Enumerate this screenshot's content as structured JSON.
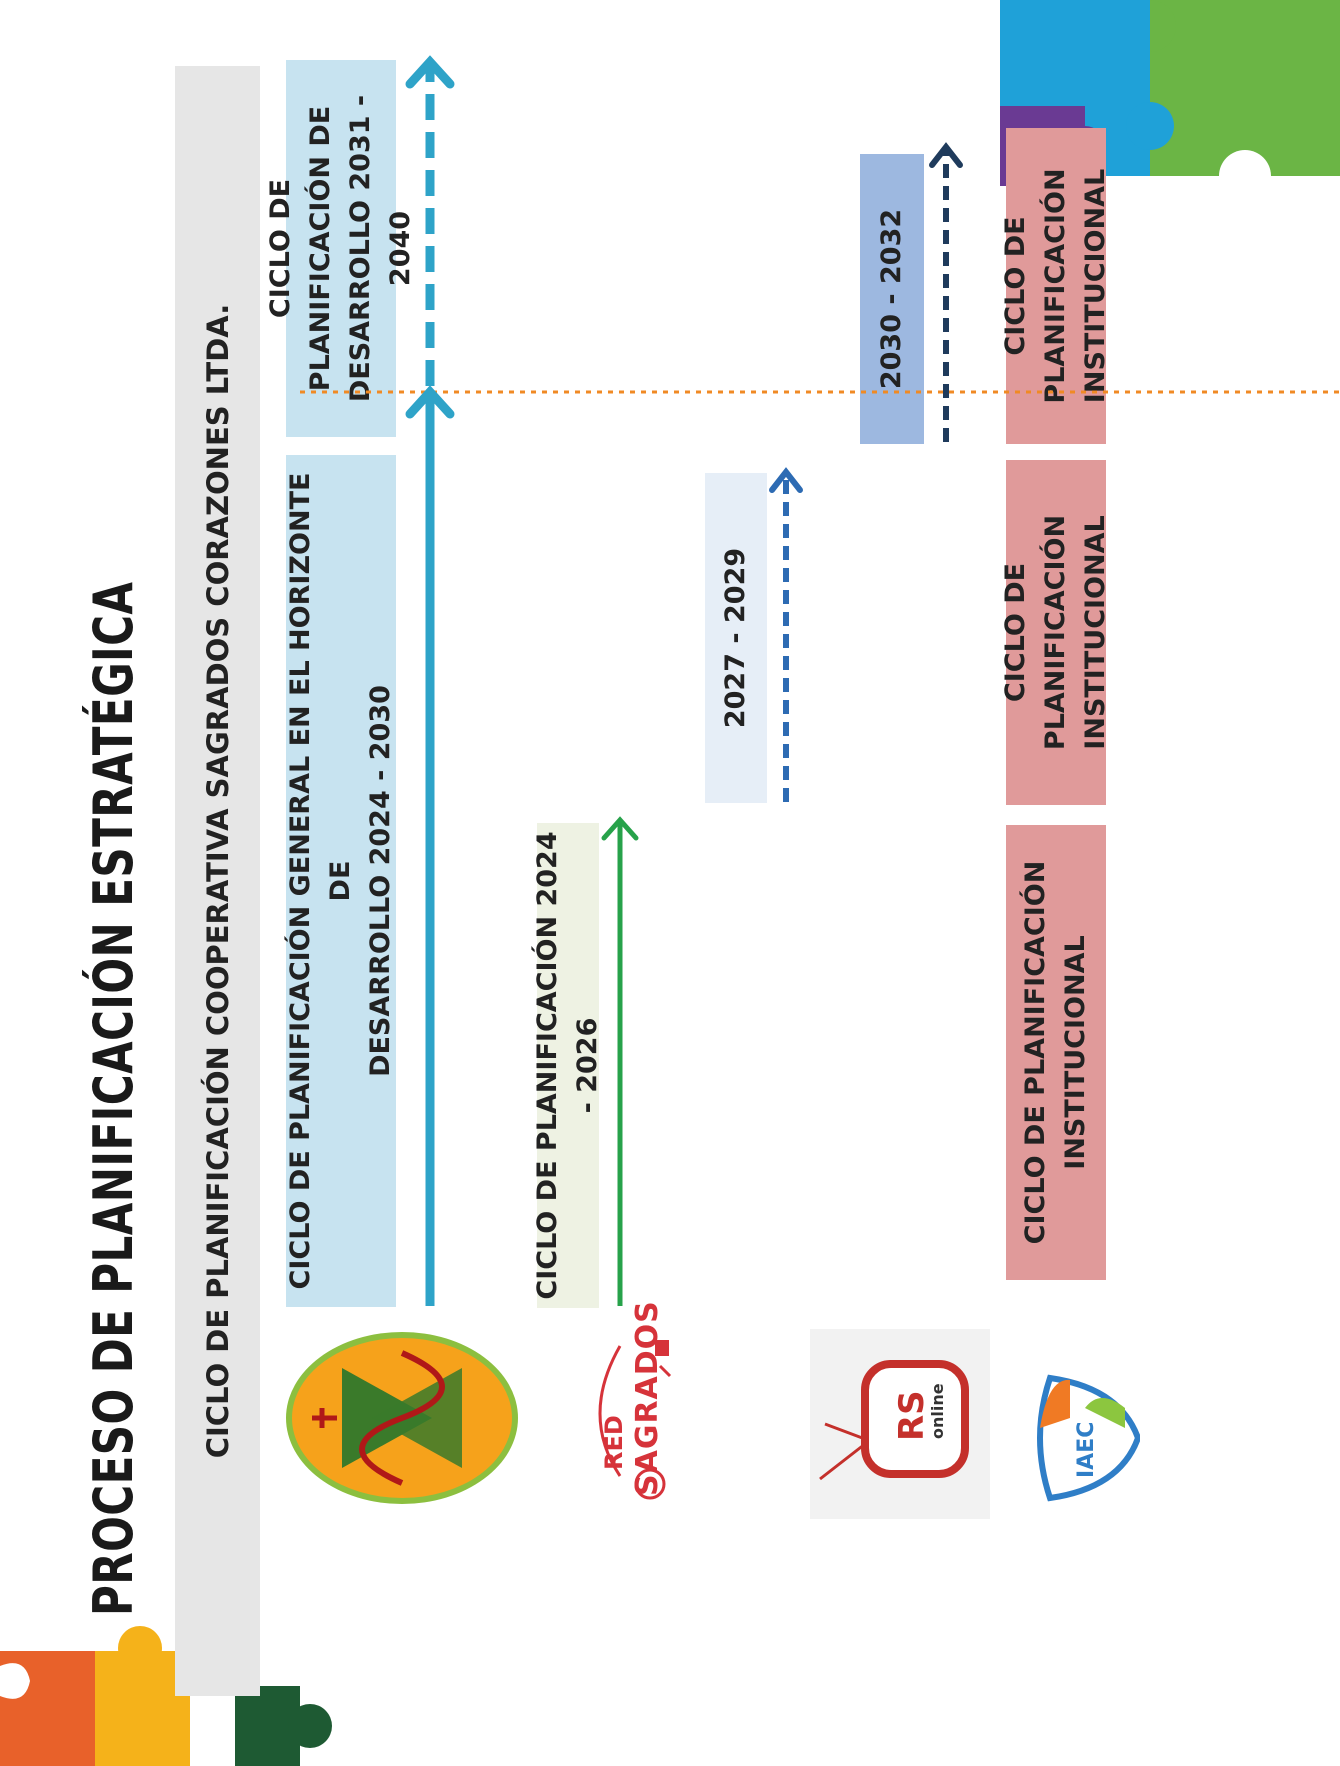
{
  "title": "PROCESO DE PLANIFICACIÓN ESTRATÉGICA",
  "subtitle": "CICLO DE PLANIFICACIÓN COOPERATIVA SAGRADOS CORAZONES LTDA.",
  "rows": {
    "general": {
      "label_line1": "CICLO DE PLANIFICACIÓN GENERAL EN EL HORIZONTE DE",
      "label_line2": "DESARROLLO 2024 - 2030"
    },
    "future": {
      "label_line1": "CICLO DE PLANIFICACIÓN DE",
      "label_line2": "DESARROLLO 2031 - 2040"
    },
    "red_sagrados": {
      "label": "CICLO DE PLANIFICACIÓN 2024 - 2026"
    },
    "rs_online": {
      "label": "2027 - 2029"
    },
    "iaec_period": {
      "label": "2030 - 2032"
    },
    "institutional": [
      {
        "line1": "CICLO DE PLANIFICACIÓN",
        "line2": "INSTITUCIONAL"
      },
      {
        "line1": "CICLO DE PLANIFICACIÓN",
        "line2": "INSTITUCIONAL"
      },
      {
        "line1": "CICLO DE PLANIFICACIÓN",
        "line2": "INSTITUCIONAL"
      }
    ]
  },
  "logos": {
    "red_sagrados": {
      "line1": "RED",
      "line2": "SAGRADOS"
    },
    "rs_online": {
      "mark": "RS",
      "tag": "online"
    },
    "iaec": {
      "text": "IAEC"
    }
  },
  "colors": {
    "light_blue_box": "#c7e3f0",
    "pink_box": "#e09a9a",
    "green_arrow": "#27a24a",
    "blue_arrow": "#2ea3c8",
    "navy_arrow": "#1f3b5c",
    "orange_divider": "#f08a24"
  }
}
